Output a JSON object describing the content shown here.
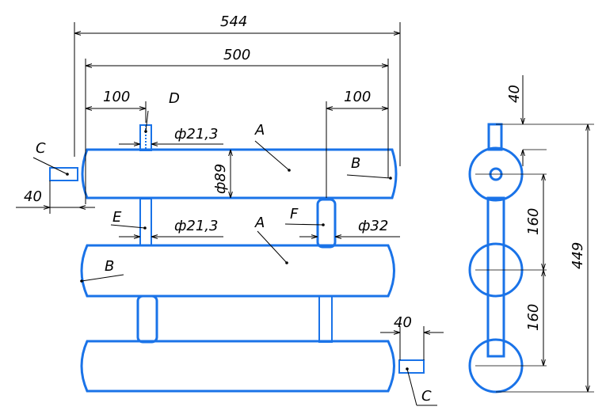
{
  "drawing": {
    "front_view": {
      "dims": {
        "overall_length": "544",
        "body_length": "500",
        "offset_left": "100",
        "offset_right": "100",
        "diameter_body": "ф89",
        "diameter_top_nozzle": "ф21,3",
        "diameter_mid_nozzle": "ф21,3",
        "diameter_big_nozzle": "ф32",
        "stub_left": "40",
        "stub_right": "40"
      },
      "labels": {
        "a_top": "A",
        "a_middle": "A",
        "b_top": "B",
        "b_middle": "B",
        "c_left": "C",
        "c_right": "C",
        "d": "D",
        "e": "E",
        "f": "F"
      }
    },
    "side_view": {
      "dims": {
        "top_stub": "40",
        "pitch_upper": "160",
        "pitch_lower": "160",
        "overall_height": "449"
      }
    }
  }
}
